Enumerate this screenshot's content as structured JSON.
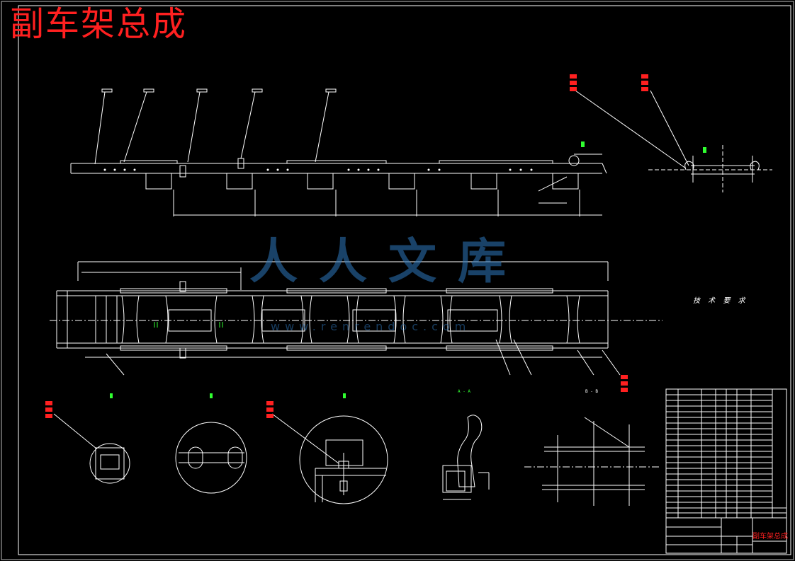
{
  "title": "副车架总成",
  "tech_requirements": {
    "heading": "技 术 要 求"
  },
  "watermark": {
    "text": "人人文库",
    "url": "www.renrendoc.com"
  },
  "title_block": {
    "drawing_title": "副车架总成"
  },
  "section_labels": {
    "aa": "A - A",
    "bb": "B - B"
  },
  "colors": {
    "background": "#000000",
    "lines": "#ffffff",
    "red_text": "#ff2020",
    "green_marks": "#30ff30",
    "watermark": "#2d78be"
  }
}
